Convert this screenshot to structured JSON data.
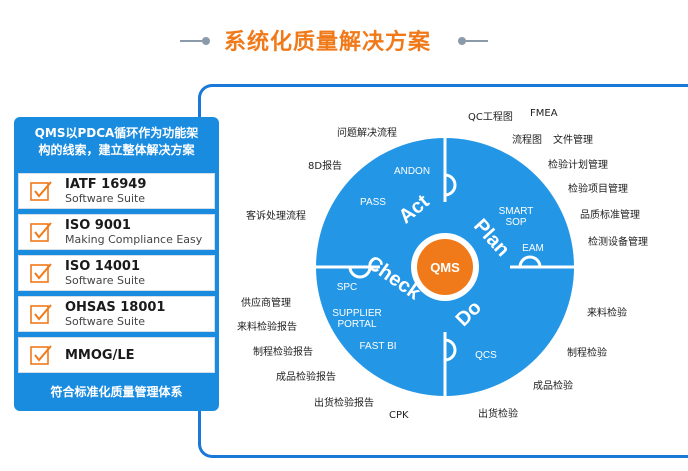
{
  "title": "系统化质量解决方案",
  "left_panel": {
    "header_line1": "QMS以PDCA循环作为功能架",
    "header_line2": "构的线索，建立整体解决方案",
    "cards": [
      {
        "name": "IATF 16949",
        "sub": "Software Suite"
      },
      {
        "name": "ISO 9001",
        "sub": "Making Compliance Easy"
      },
      {
        "name": "ISO 14001",
        "sub": "Software Suite"
      },
      {
        "name": "OHSAS 18001",
        "sub": "Software Suite"
      },
      {
        "name": "MMOG/LE",
        "sub": ""
      }
    ],
    "footer": "符合标准化质量管理体系"
  },
  "wheel": {
    "center": "QMS",
    "quadrants": {
      "act": "Act",
      "plan": "Plan",
      "do": "Do",
      "check": "Check"
    },
    "inner_labels": {
      "andon": "ANDON",
      "pass": "PASS",
      "smart_sop_1": "SMART",
      "smart_sop_2": "SOP",
      "eam": "EAM",
      "spc": "SPC",
      "supplier_1": "SUPPLIER",
      "supplier_2": "PORTAL",
      "fast_bi": "FAST BI",
      "qcs": "QCS"
    }
  },
  "outer_labels": {
    "qc_chart": "QC工程图",
    "fmea": "FMEA",
    "flowchart": "流程图",
    "doc_mgmt": "文件管理",
    "insp_plan": "检验计划管理",
    "insp_item": "检验项目管理",
    "quality_std": "品质标准管理",
    "equip_mgmt": "检测设备管理",
    "incoming_insp": "来料检验",
    "process_insp": "制程检验",
    "final_insp": "成品检验",
    "ship_insp": "出货检验",
    "cpk": "CPK",
    "ship_report": "出货检验报告",
    "final_report": "成品检验报告",
    "process_report": "制程检验报告",
    "incoming_report": "来料检验报告",
    "supplier_mgmt": "供应商管理",
    "complaint": "客诉处理流程",
    "report_8d": "8D报告",
    "problem_flow": "问题解决流程"
  },
  "colors": {
    "accent": "#f07a1a",
    "primary_blue": "#1a8ce0",
    "frame_blue": "#1a78d8",
    "wheel_blue": "#2496e6"
  }
}
